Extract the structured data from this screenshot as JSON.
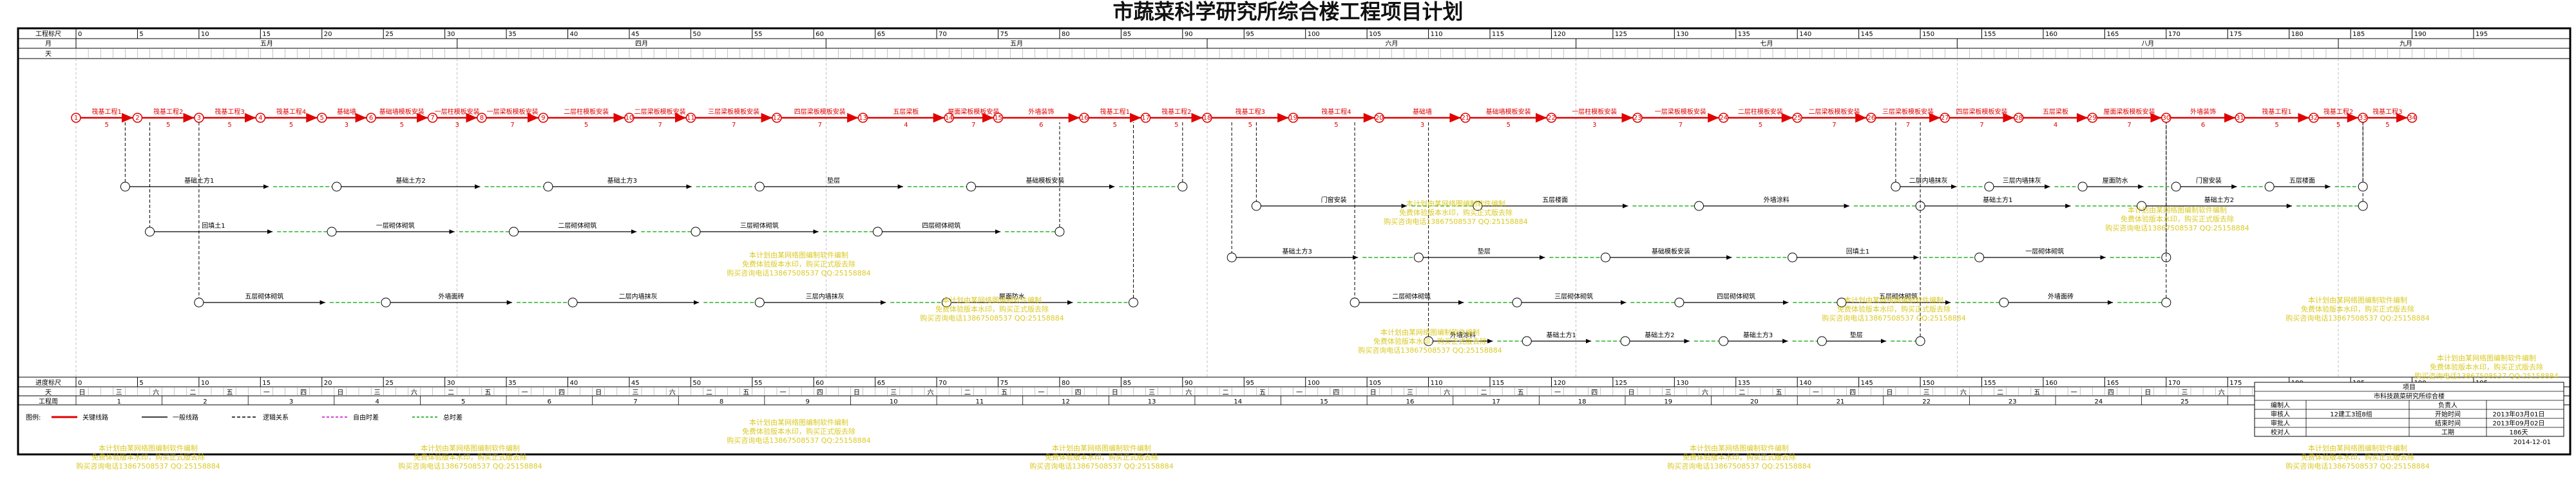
{
  "title": "市蔬菜科学研究所综合楼工程项目计划",
  "header": {
    "row1_label": "工程标尺",
    "row2_label": "月",
    "row3_label": "天",
    "months": [
      "五月",
      "四月",
      "五月",
      "六月",
      "七月",
      "八月",
      "九月"
    ],
    "scale_marks": [
      "0",
      "5",
      "10",
      "15",
      "20",
      "25",
      "30",
      "35",
      "40",
      "45",
      "50",
      "55",
      "60",
      "65",
      "70",
      "75",
      "80",
      "85",
      "90",
      "95",
      "100",
      "105",
      "110",
      "115",
      "120",
      "125",
      "130",
      "135",
      "140",
      "145",
      "150",
      "155",
      "160",
      "165",
      "170",
      "175",
      "180",
      "185",
      "190",
      "195"
    ],
    "footer_label": "进度标尺",
    "footer_row2": "天",
    "footer_row3": "工程周"
  },
  "tasks_critical": [
    {
      "label": "筏基工程1",
      "dur": "5"
    },
    {
      "label": "筏基工程2",
      "dur": "5"
    },
    {
      "label": "筏基工程3",
      "dur": "5"
    },
    {
      "label": "筏基工程4",
      "dur": "5"
    },
    {
      "label": "基础墙",
      "dur": "3"
    },
    {
      "label": "基础墙模板安装",
      "dur": "5"
    },
    {
      "label": "一层柱模板安装",
      "dur": "3"
    },
    {
      "label": "一层梁板模板安装",
      "dur": "7"
    },
    {
      "label": "二层柱模板安装",
      "dur": "5"
    },
    {
      "label": "二层梁板模板安装",
      "dur": "7"
    },
    {
      "label": "三层梁板模板安装",
      "dur": "7"
    },
    {
      "label": "四层梁板模板安装",
      "dur": "7"
    },
    {
      "label": "五层梁板",
      "dur": "4"
    },
    {
      "label": "屋面梁板模板安装",
      "dur": "7"
    },
    {
      "label": "外墙装饰",
      "dur": "6"
    }
  ],
  "tasks_secondary": [
    {
      "label": "基础土方1"
    },
    {
      "label": "基础土方2"
    },
    {
      "label": "基础土方3"
    },
    {
      "label": "垫层"
    },
    {
      "label": "基础模板安装"
    },
    {
      "label": "回填土1"
    },
    {
      "label": "一层砌体砌筑"
    },
    {
      "label": "二层砌体砌筑"
    },
    {
      "label": "三层砌体砌筑"
    },
    {
      "label": "四层砌体砌筑"
    },
    {
      "label": "五层砌体砌筑"
    },
    {
      "label": "外墙面砖"
    },
    {
      "label": "二层内墙抹灰"
    },
    {
      "label": "三层内墙抹灰"
    },
    {
      "label": "屋面防水"
    },
    {
      "label": "门窗安装"
    },
    {
      "label": "五层楼面"
    },
    {
      "label": "外墙涂料"
    }
  ],
  "legend": {
    "label": "图例:",
    "items": [
      {
        "name": "关键线路",
        "color": "#e00000"
      },
      {
        "name": "一般线路",
        "color": "#000000"
      },
      {
        "name": "逻辑关系",
        "color": "#000000"
      },
      {
        "name": "自由时差",
        "color": "#cc00cc"
      },
      {
        "name": "总时差",
        "color": "#00a000"
      }
    ]
  },
  "info_table": {
    "header": "项目",
    "project": "市科技蔬菜研究所综合楼",
    "rows": [
      {
        "k": "编制人",
        "v": "",
        "k2": "负责人",
        "v2": ""
      },
      {
        "k": "审核人",
        "v": "12建工3班8组",
        "k2": "开始时间",
        "v2": "2013年03月01日"
      },
      {
        "k": "审批人",
        "v": "",
        "k2": "结束时间",
        "v2": "2013年09月02日"
      },
      {
        "k": "校对人",
        "v": "",
        "k2": "工期",
        "v2": "186天"
      }
    ],
    "date": "2014-12-01"
  },
  "watermark": [
    "本计划由某网络图编制软件编制",
    "免费体验版本水印，购买正式版去除",
    "购买咨询电话13867508537 QQ:25158884"
  ]
}
